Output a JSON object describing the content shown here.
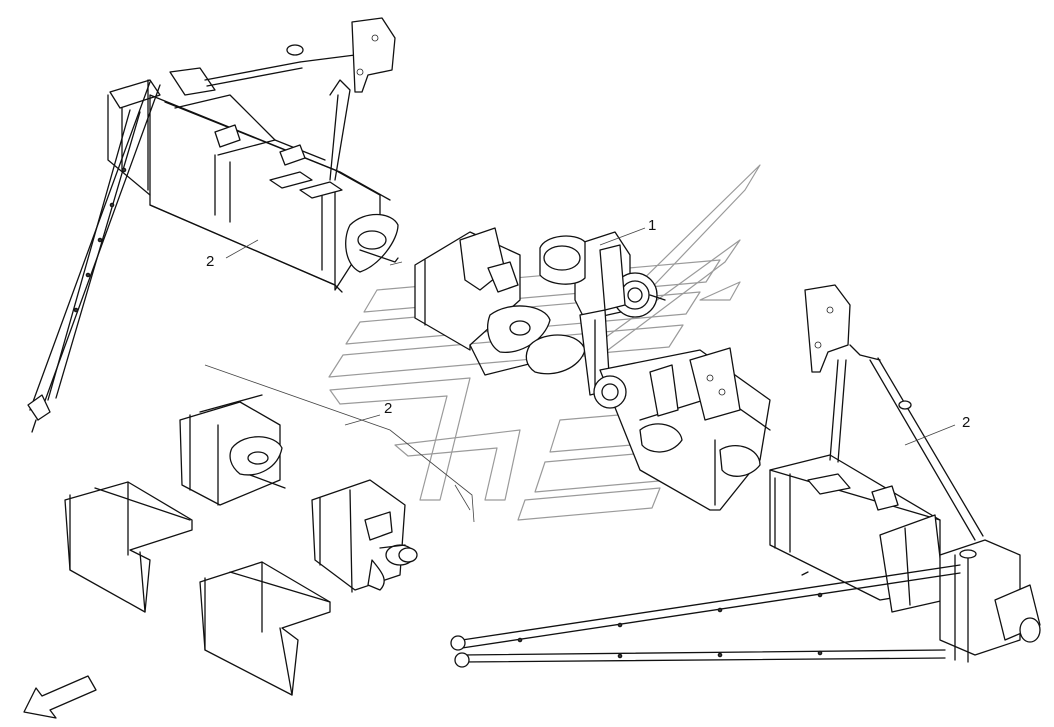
{
  "callouts": {
    "gearbox": "1",
    "section_left_upper": "2",
    "section_center_lower": "2",
    "section_right": "2"
  },
  "watermark": {
    "kind": "manufacturer-logo",
    "color": "#9a9a9a"
  },
  "icons": {
    "direction_arrow": "arrow-down-left-icon"
  },
  "colors": {
    "line": "#111111",
    "background": "#ffffff"
  }
}
